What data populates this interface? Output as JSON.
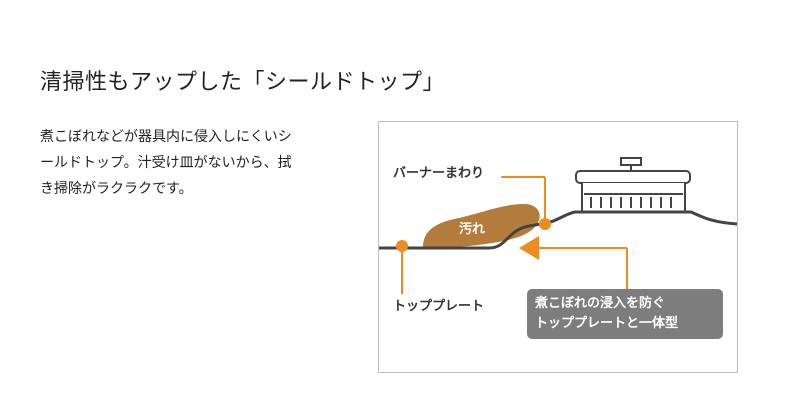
{
  "heading": "清掃性もアップした「シールドトップ」",
  "body_lines": [
    "煮こぼれなどが器具内に侵入しにくいシ",
    "ールドトップ。汁受け皿がないから、拭",
    "き掃除がラクラクです。"
  ],
  "figure": {
    "label_burner": "バーナーまわり",
    "label_top_plate": "トッププレート",
    "label_stain": "汚れ",
    "callout_lines": [
      "煮こぼれの浸入を防ぐ",
      "トッププレートと一体型"
    ],
    "colors": {
      "accent_orange": "#ee8c1f",
      "stain_brown": "#b47c3c",
      "callout_gray": "#7d7d7d",
      "line_dark": "#444444"
    }
  }
}
